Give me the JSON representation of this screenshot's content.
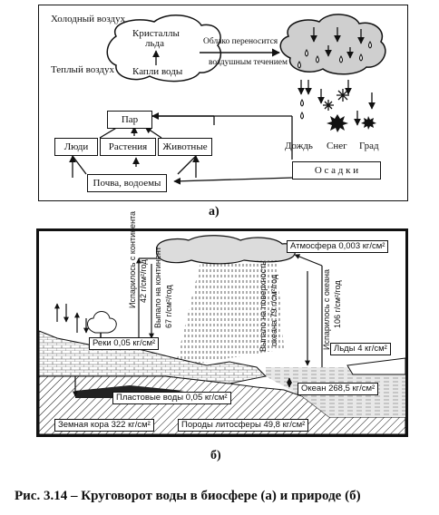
{
  "panel_a": {
    "cold_air": "Холодный воздух",
    "warm_air": "Теплый воздух",
    "crystals_line1": "Кристаллы",
    "crystals_line2": "льда",
    "water_drops": "Капли воды",
    "cloud_carried_line1": "Облако переносится",
    "cloud_carried_line2": "воздушным течением",
    "steam": "Пар",
    "people": "Люди",
    "plants": "Растения",
    "animals": "Животные",
    "soil": "Почва, водоемы",
    "rain": "Дождь",
    "snow": "Снег",
    "hail": "Град",
    "precipitation": "О с а д к и",
    "label": "а)"
  },
  "panel_b": {
    "atmosphere": "Атмосфера 0,003 кг/см²",
    "evap_continent_line1": "Испарилось с континента",
    "evap_continent_line2": "42 г/см²/год",
    "fell_continent_line1": "Выпало на континент",
    "fell_continent_line2": "67 г/см²/год",
    "fell_ocean_line1": "Выпало на поверхность",
    "fell_ocean_line2": "океана 79 г/см²/год",
    "evap_ocean_line1": "Испарилось с океана",
    "evap_ocean_line2": "106 г/см²/год",
    "rivers": "Реки 0,05 кг/см²",
    "ice": "Льды 4 кг/см²",
    "groundwater": "Пластовые воды 0,05 кг/см²",
    "ocean": "Океан 268,5 кг/см²",
    "crust": "Земная кора 322 кг/см²",
    "lithosphere": "Породы литосферы 49,8 кг/см²",
    "label": "б)"
  },
  "caption": "Рис. 3.14 – Круговорот воды в биосфере (а) и природе (б)"
}
